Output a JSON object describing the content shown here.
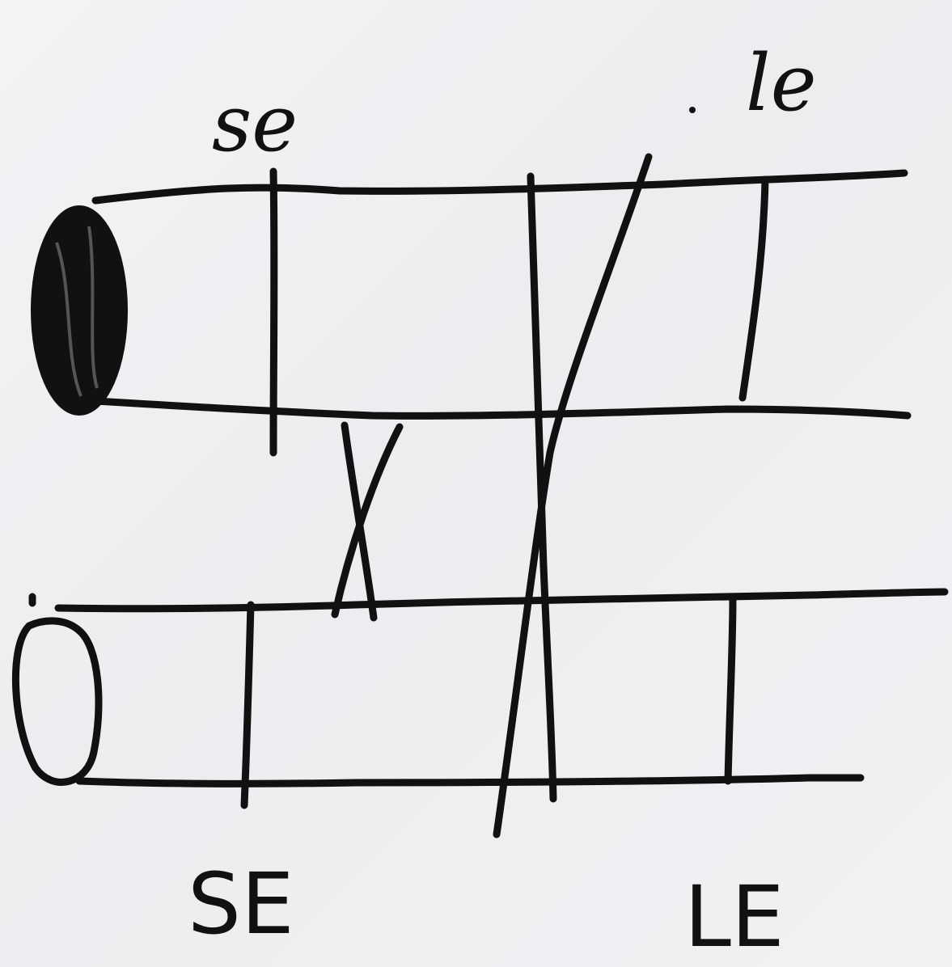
{
  "diagram": {
    "labels": {
      "top_left": "se",
      "top_right": "le",
      "bottom_left": "SE",
      "bottom_right": "LE"
    },
    "ink_color": "#111111",
    "paper_color": "#f1eff2",
    "top_strand_end": "filled-oval",
    "bottom_strand_end": "open-oval"
  }
}
